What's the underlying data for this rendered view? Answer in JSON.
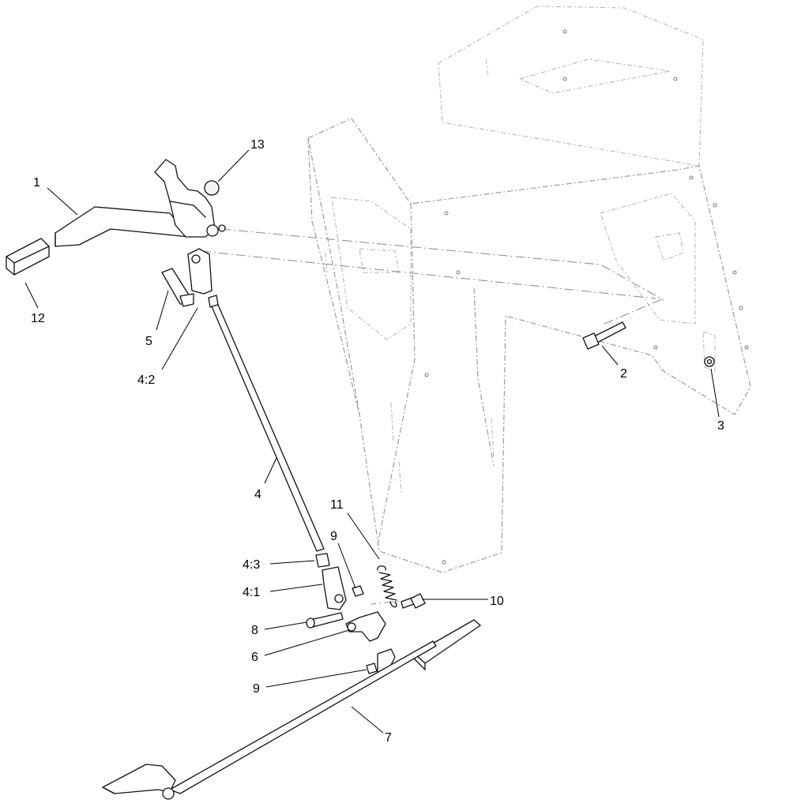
{
  "callouts": [
    {
      "label": "1"
    },
    {
      "label": "13"
    },
    {
      "label": "12"
    },
    {
      "label": "5"
    },
    {
      "label": "4:2"
    },
    {
      "label": "2"
    },
    {
      "label": "3"
    },
    {
      "label": "4"
    },
    {
      "label": "11"
    },
    {
      "label": "9"
    },
    {
      "label": "4:3"
    },
    {
      "label": "4:1"
    },
    {
      "label": "10"
    },
    {
      "label": "8"
    },
    {
      "label": "6"
    },
    {
      "label": "9"
    },
    {
      "label": "7"
    }
  ]
}
